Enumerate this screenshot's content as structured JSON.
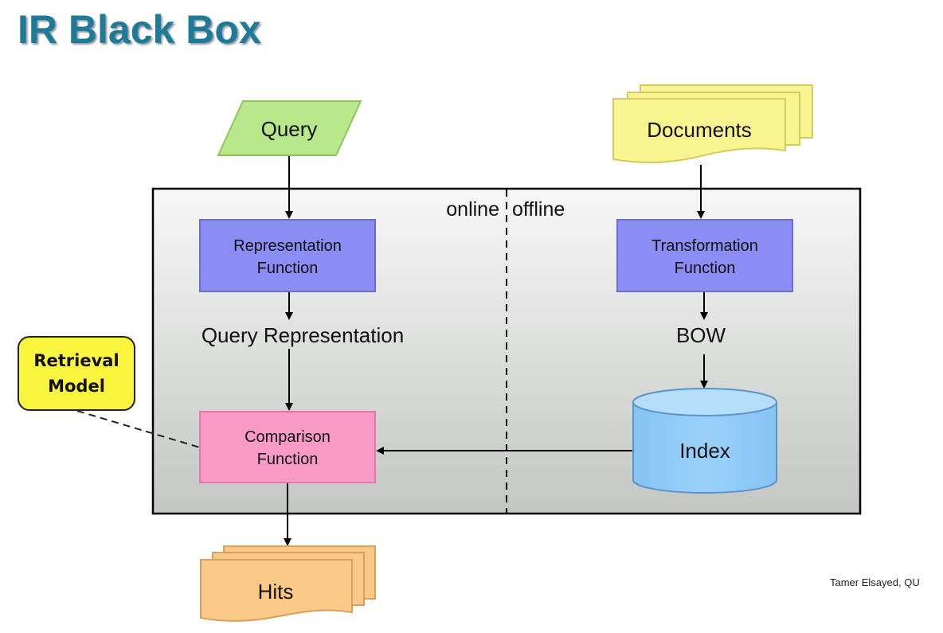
{
  "slide": {
    "title": "IR Black Box",
    "credit": "Tamer Elsayed, QU"
  },
  "diagram": {
    "nodes": {
      "query": {
        "label": "Query",
        "shape": "parallelogram",
        "fill": "#b9e88a"
      },
      "documents": {
        "label": "Documents",
        "shape": "multi-document",
        "fill": "#f8f490"
      },
      "representation_function": {
        "line1": "Representation",
        "line2": "Function",
        "shape": "rectangle",
        "fill": "#8c8cf5"
      },
      "transformation_function": {
        "line1": "Transformation",
        "line2": "Function",
        "shape": "rectangle",
        "fill": "#8c8cf5"
      },
      "query_representation": {
        "label": "Query Representation"
      },
      "bow": {
        "label": "BOW"
      },
      "comparison_function": {
        "line1": "Comparison",
        "line2": "Function",
        "shape": "rectangle",
        "fill": "#f99ac6"
      },
      "index": {
        "label": "Index",
        "shape": "cylinder",
        "fill": "#8ec8f6"
      },
      "retrieval_model": {
        "line1": "Retrieval",
        "line2": "Model",
        "shape": "rounded-rectangle",
        "fill": "#f9f53e"
      },
      "hits": {
        "label": "Hits",
        "shape": "multi-document",
        "fill": "#fbc987"
      }
    },
    "regions": {
      "online": "online",
      "offline": "offline"
    },
    "edges": [
      {
        "from": "query",
        "to": "representation_function",
        "style": "solid-arrow"
      },
      {
        "from": "representation_function",
        "to": "query_representation",
        "style": "solid"
      },
      {
        "from": "query_representation",
        "to": "comparison_function",
        "style": "solid-arrow"
      },
      {
        "from": "documents",
        "to": "transformation_function",
        "style": "solid-arrow"
      },
      {
        "from": "transformation_function",
        "to": "bow",
        "style": "solid-arrow"
      },
      {
        "from": "bow",
        "to": "index",
        "style": "solid-arrow"
      },
      {
        "from": "index",
        "to": "comparison_function",
        "style": "solid-arrow"
      },
      {
        "from": "comparison_function",
        "to": "hits",
        "style": "solid-arrow"
      },
      {
        "from": "retrieval_model",
        "to": "comparison_function",
        "style": "dashed"
      }
    ]
  }
}
